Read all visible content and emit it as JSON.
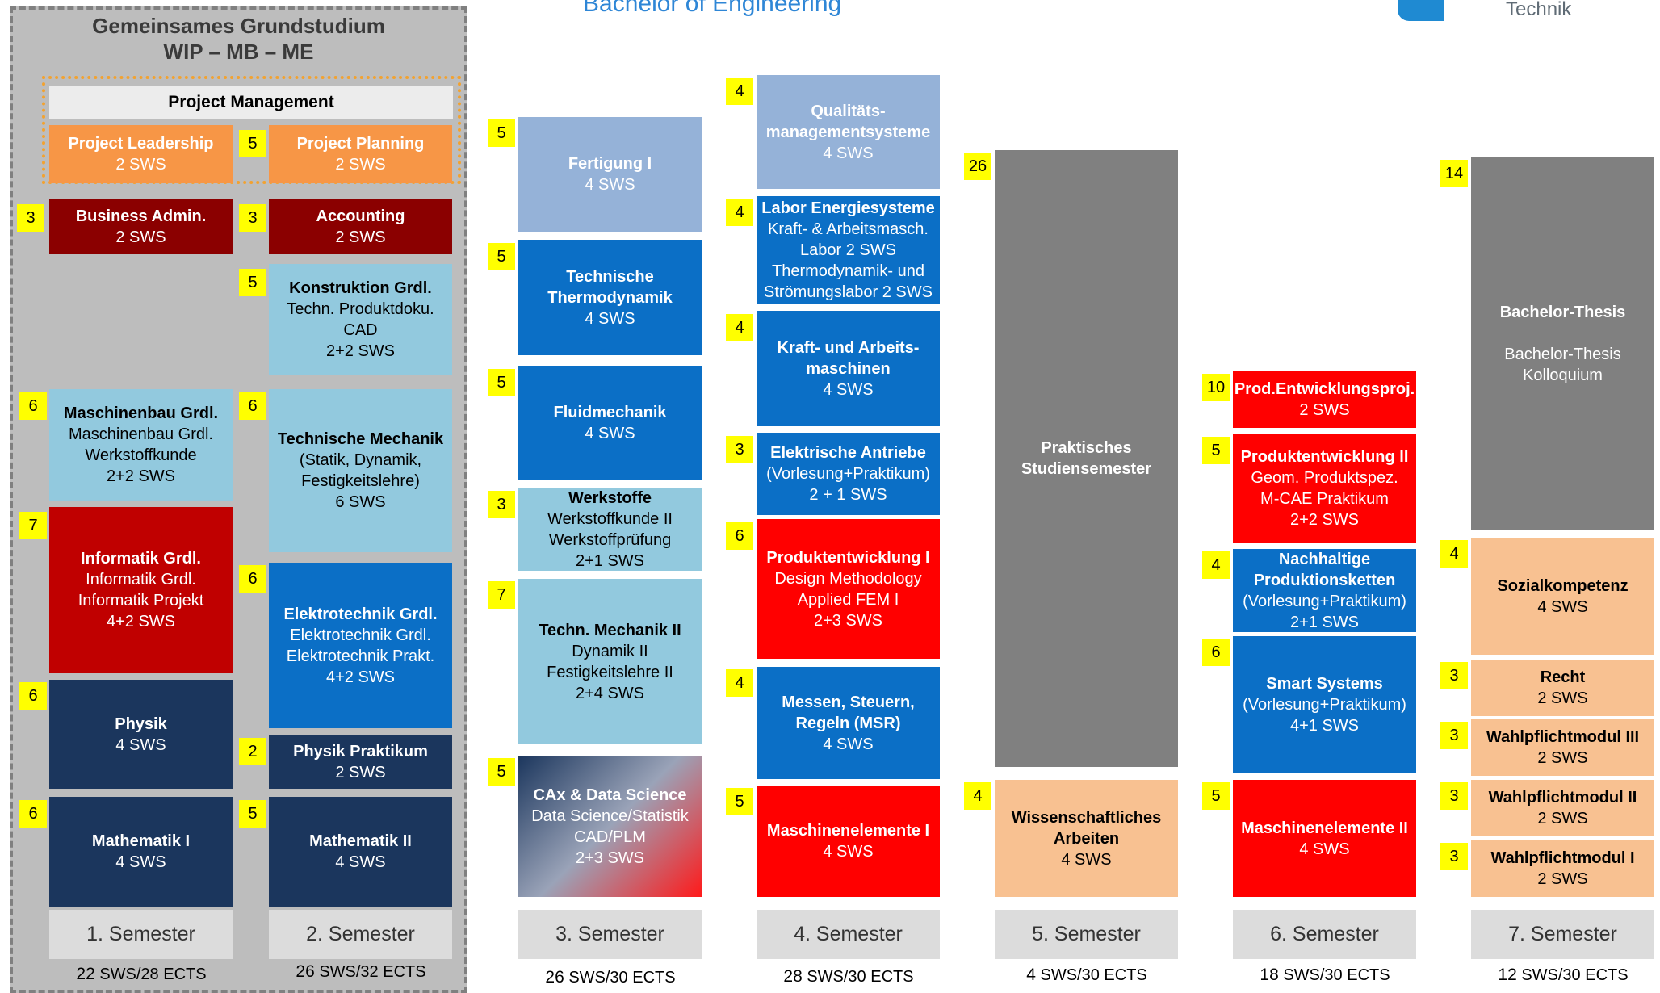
{
  "header": {
    "program_title": "Bachelor of Engineering",
    "logo_text": "Technik"
  },
  "grundstudium": {
    "title_line1": "Gemeinsames Grundstudium",
    "title_line2": "WIP – MB – ME",
    "project_management_label": "Project Management"
  },
  "modules": [
    {
      "id": "project-leadership",
      "color": "#f79646",
      "title": "Project Leadership",
      "lines": [
        "2 SWS"
      ]
    },
    {
      "id": "project-planning",
      "color": "#f79646",
      "ects": "5",
      "title": "Project Planning",
      "lines": [
        "2 SWS"
      ]
    },
    {
      "id": "business-admin",
      "color": "#8b0000",
      "ects": "3",
      "title": "Business Admin.",
      "lines": [
        "2 SWS"
      ]
    },
    {
      "id": "accounting",
      "color": "#8b0000",
      "ects": "3",
      "title": "Accounting",
      "lines": [
        "2 SWS"
      ]
    },
    {
      "id": "konstruktion-grdl",
      "color": "#92c9de",
      "ects": "5",
      "title": "Konstruktion Grdl.",
      "lines": [
        "Techn. Produktdoku.",
        "CAD",
        "2+2 SWS"
      ]
    },
    {
      "id": "maschinenbau-grdl",
      "color": "#92c9de",
      "ects": "6",
      "title": "Maschinenbau Grdl.",
      "lines": [
        "Maschinenbau Grdl.",
        "Werkstoffkunde",
        "2+2 SWS"
      ]
    },
    {
      "id": "technische-mechanik",
      "color": "#92c9de",
      "ects": "6",
      "title": "Technische Mechanik",
      "lines": [
        "(Statik, Dynamik,",
        "Festigkeitslehre)",
        "6 SWS"
      ]
    },
    {
      "id": "informatik-grdl",
      "color": "#c00000",
      "ects": "7",
      "title": "Informatik Grdl.",
      "lines": [
        "Informatik Grdl.",
        "Informatik Projekt",
        "4+2 SWS"
      ]
    },
    {
      "id": "elektrotechnik-grdl",
      "color": "#0b6fc6",
      "ects": "6",
      "title": "Elektrotechnik Grdl.",
      "lines": [
        "Elektrotechnik Grdl.",
        "Elektrotechnik Prakt.",
        "4+2 SWS"
      ]
    },
    {
      "id": "physik",
      "color": "#1b365d",
      "ects": "6",
      "title": "Physik",
      "lines": [
        "4 SWS"
      ]
    },
    {
      "id": "physik-praktikum",
      "color": "#1b365d",
      "ects": "2",
      "title": "Physik Praktikum",
      "lines": [
        "2 SWS"
      ]
    },
    {
      "id": "mathematik-1",
      "color": "#1b365d",
      "ects": "6",
      "title": "Mathematik I",
      "lines": [
        "4 SWS"
      ]
    },
    {
      "id": "mathematik-2",
      "color": "#1b365d",
      "ects": "5",
      "title": "Mathematik II",
      "lines": [
        "4 SWS"
      ]
    },
    {
      "id": "fertigung-1",
      "color": "#95b2d8",
      "ects": "5",
      "title": "Fertigung I",
      "lines": [
        "4 SWS"
      ]
    },
    {
      "id": "technische-thermodynamik",
      "color": "#0b6fc6",
      "ects": "5",
      "title": "Technische Thermodynamik",
      "lines": [
        "4 SWS"
      ]
    },
    {
      "id": "fluidmechanik",
      "color": "#0b6fc6",
      "ects": "5",
      "title": "Fluidmechanik",
      "lines": [
        "4 SWS"
      ]
    },
    {
      "id": "werkstoffe",
      "color": "#92c9de",
      "ects": "3",
      "title": "Werkstoffe",
      "lines": [
        "Werkstoffkunde II",
        "Werkstoffprüfung",
        "2+1 SWS"
      ]
    },
    {
      "id": "techn-mechanik-2",
      "color": "#92c9de",
      "ects": "7",
      "title": "Techn. Mechanik II",
      "lines": [
        "Dynamik II",
        "Festigkeitslehre II",
        "2+4 SWS"
      ]
    },
    {
      "id": "cax-data-science",
      "color": "gradient",
      "ects": "5",
      "title": "CAx & Data Science",
      "lines": [
        "Data Science/Statistik",
        "CAD/PLM",
        "2+3 SWS"
      ]
    },
    {
      "id": "qualitaetsmanagement",
      "color": "#95b2d8",
      "ects": "4",
      "title": "Qualitäts-managementsysteme",
      "lines": [
        "4 SWS"
      ]
    },
    {
      "id": "labor-energiesysteme",
      "color": "#0b6fc6",
      "ects": "4",
      "title": "Labor Energiesysteme",
      "lines": [
        "Kraft- & Arbeitsmasch.",
        "Labor 2 SWS",
        "Thermodynamik- und",
        "Strömungslabor 2 SWS"
      ]
    },
    {
      "id": "kraft-arbeitsmaschinen",
      "color": "#0b6fc6",
      "ects": "4",
      "title": "Kraft- und Arbeits-maschinen",
      "lines": [
        "4 SWS"
      ]
    },
    {
      "id": "elektrische-antriebe",
      "color": "#0b6fc6",
      "ects": "3",
      "title": "Elektrische Antriebe",
      "lines": [
        "(Vorlesung+Praktikum)",
        "2 + 1 SWS"
      ]
    },
    {
      "id": "produktentwicklung-1",
      "color": "#ff0000",
      "ects": "6",
      "title": "Produktentwicklung I",
      "lines": [
        "Design Methodology",
        "Applied FEM I",
        "2+3 SWS"
      ]
    },
    {
      "id": "messen-steuern-regeln",
      "color": "#0b6fc6",
      "ects": "4",
      "title": "Messen, Steuern, Regeln (MSR)",
      "lines": [
        "4 SWS"
      ]
    },
    {
      "id": "maschinenelemente-1",
      "color": "#ff0000",
      "ects": "5",
      "title": "Maschinenelemente I",
      "lines": [
        "4 SWS"
      ]
    },
    {
      "id": "praktisches-studiensemester",
      "color": "#808080",
      "ects": "26",
      "title": "Praktisches Studiensemester",
      "lines": []
    },
    {
      "id": "wissenschaftliches-arbeiten",
      "color": "#f8c191",
      "ects": "4",
      "title": "Wissenschaftliches Arbeiten",
      "lines": [
        "4 SWS"
      ]
    },
    {
      "id": "prod-entwicklungsproj",
      "color": "#ff0000",
      "ects": "10",
      "title": "Prod.Entwicklungsproj.",
      "lines": [
        "2 SWS"
      ]
    },
    {
      "id": "produktentwicklung-2",
      "color": "#ff0000",
      "ects": "5",
      "title": "Produktentwicklung II",
      "lines": [
        "Geom. Produktspez.",
        "M-CAE Praktikum",
        "2+2 SWS"
      ]
    },
    {
      "id": "nachhaltige-produktionsketten",
      "color": "#0b6fc6",
      "ects": "4",
      "title": "Nachhaltige Produktionsketten",
      "lines": [
        "(Vorlesung+Praktikum)",
        "2+1 SWS"
      ]
    },
    {
      "id": "smart-systems",
      "color": "#0b6fc6",
      "ects": "6",
      "title": "Smart Systems",
      "lines": [
        "(Vorlesung+Praktikum)",
        "4+1 SWS"
      ]
    },
    {
      "id": "maschinenelemente-2",
      "color": "#ff0000",
      "ects": "5",
      "title": "Maschinenelemente II",
      "lines": [
        "4 SWS"
      ]
    },
    {
      "id": "bachelor-thesis",
      "color": "#808080",
      "ects": "14",
      "title": "Bachelor-Thesis",
      "lines": [
        "",
        "Bachelor-Thesis",
        "Kolloquium"
      ]
    },
    {
      "id": "sozialkompetenz",
      "color": "#f8c191",
      "ects": "4",
      "title": "Sozialkompetenz",
      "lines": [
        "4 SWS"
      ]
    },
    {
      "id": "recht",
      "color": "#f8c191",
      "ects": "3",
      "title": "Recht",
      "lines": [
        "2 SWS"
      ]
    },
    {
      "id": "wahlpflichtmodul-3",
      "color": "#f8c191",
      "ects": "3",
      "title": "Wahlpflichtmodul III",
      "lines": [
        "2 SWS"
      ]
    },
    {
      "id": "wahlpflichtmodul-2",
      "color": "#f8c191",
      "ects": "3",
      "title": "Wahlpflichtmodul II",
      "lines": [
        "2 SWS"
      ]
    },
    {
      "id": "wahlpflichtmodul-1",
      "color": "#f8c191",
      "ects": "3",
      "title": "Wahlpflichtmodul I",
      "lines": [
        "2 SWS"
      ]
    }
  ],
  "semesters": [
    {
      "label": "1. Semester",
      "sws": "22",
      "rest": " SWS/28 ECTS"
    },
    {
      "label": "2. Semester",
      "sws": "26",
      "rest": " SWS/32 ECTS"
    },
    {
      "label": "3. Semester",
      "sws": "26",
      "rest": " SWS/30 ECTS"
    },
    {
      "label": "4. Semester",
      "sws": "28",
      "rest": " SWS/30 ECTS"
    },
    {
      "label": "5. Semester",
      "sws": "4",
      "rest": " SWS/30 ECTS"
    },
    {
      "label": "6. Semester",
      "sws": "18",
      "rest": " SWS/30 ECTS"
    },
    {
      "label": "7. Semester",
      "sws": "12",
      "rest": " SWS/30 ECTS"
    }
  ]
}
